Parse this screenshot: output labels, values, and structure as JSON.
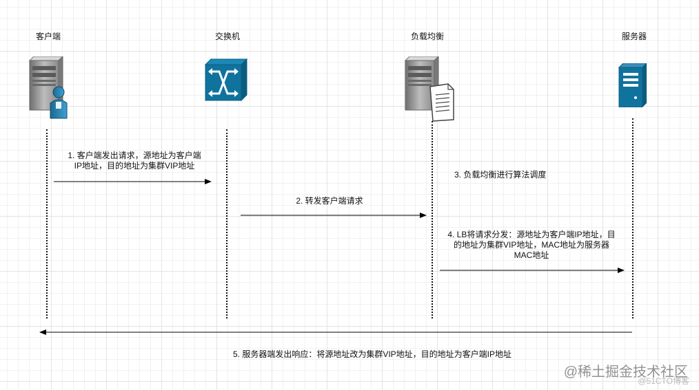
{
  "actors": {
    "client": "客户端",
    "switch": "交换机",
    "load_balancer": "负载均衡",
    "server": "服务器"
  },
  "messages": {
    "m1": "1. 客户端发出请求，源地址为客户端\nIP地址，目的地址为集群VIP地址",
    "m2": "2. 转发客户端请求",
    "m3": "3. 负载均衡进行算法调度",
    "m4": "4. LB将请求分发：源地址为客户端IP地址，目\n的地址为集群VIP地址，MAC地址为服务器\nMAC地址",
    "m5": "5. 服务器端发出响应：将源地址改为集群VIP地址，目的地址为客户端IP地址"
  },
  "watermark": {
    "text": "@稀土掘金技术社区",
    "sub": "@51CTO博客"
  },
  "icons": {
    "client": "workstation-user-icon",
    "switch": "network-switch-icon",
    "load_balancer": "server-document-icon",
    "server": "server-tower-icon"
  },
  "colors": {
    "switch_blue": "#10739E",
    "line": "#000000"
  }
}
